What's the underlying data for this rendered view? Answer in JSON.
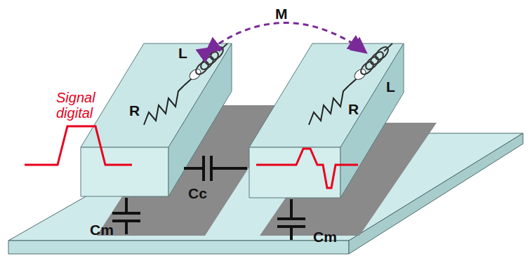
{
  "diagram": {
    "labels": [
      "M",
      "L",
      "R",
      "L",
      "R",
      "Signal digital",
      "Cc",
      "Cm",
      "Cm"
    ]
  }
}
